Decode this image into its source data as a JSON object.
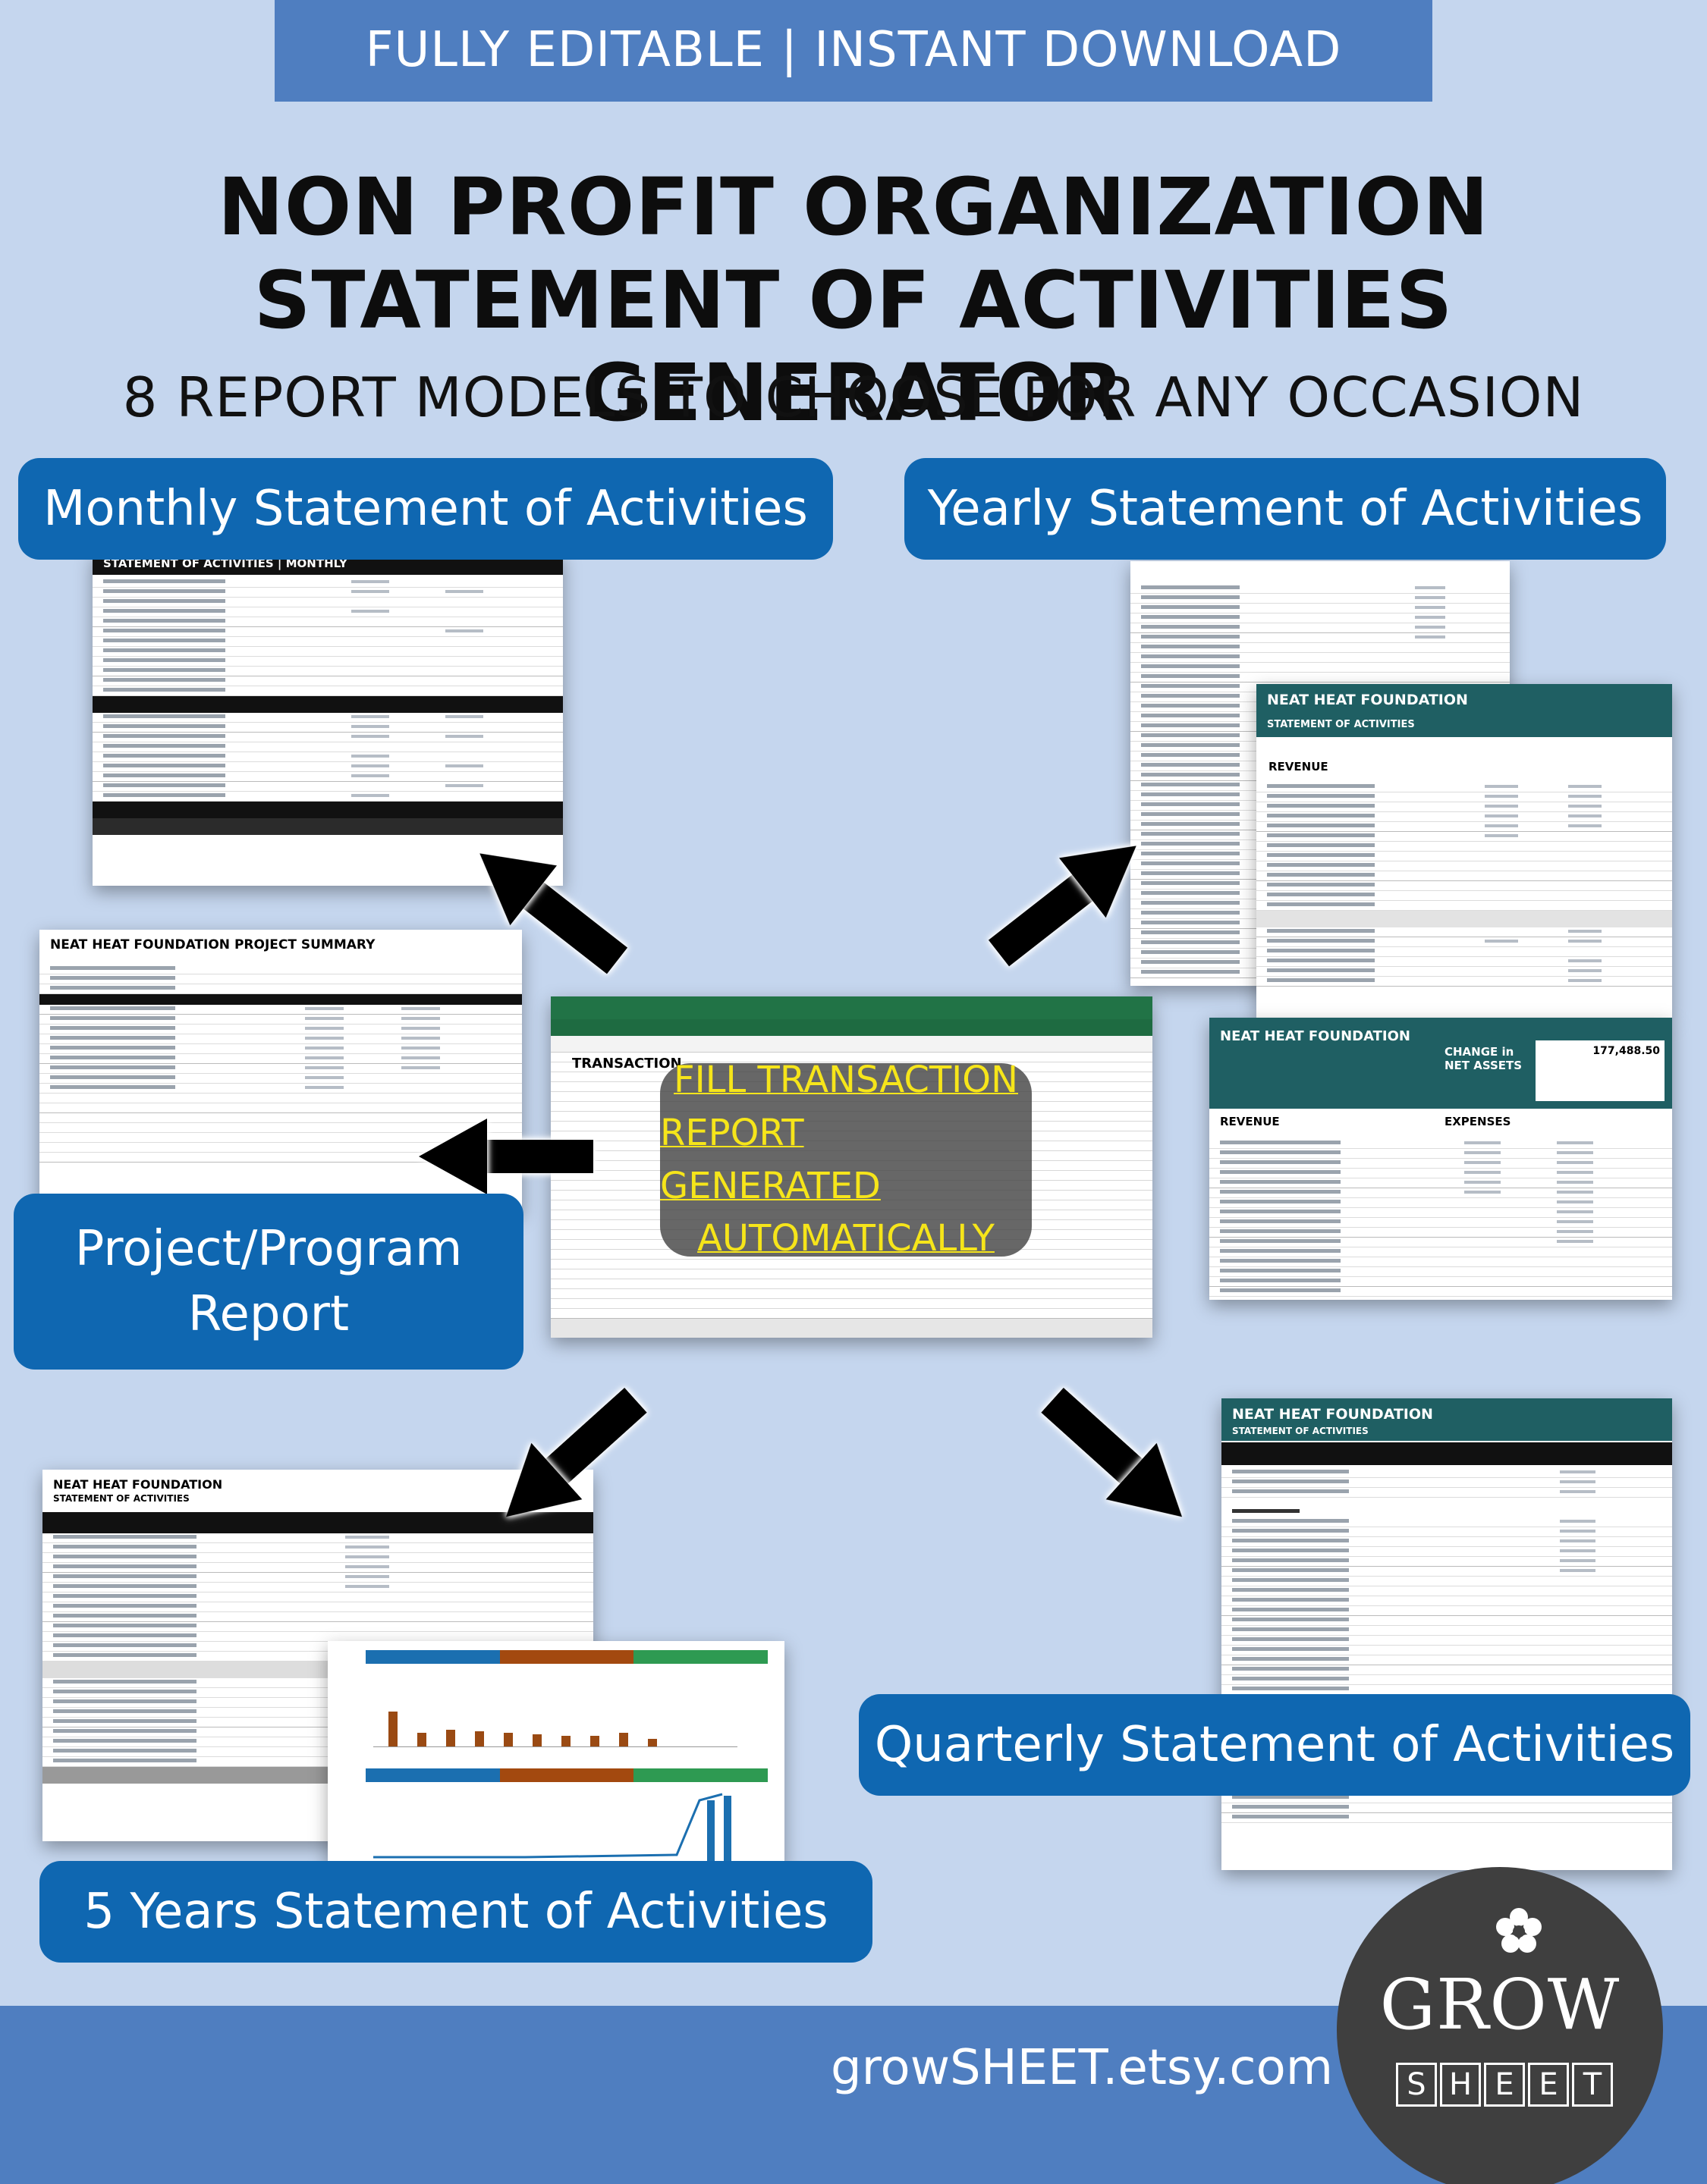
{
  "banner": "FULLY EDITABLE | INSTANT DOWNLOAD",
  "title_line1": "NON PROFIT ORGANIZATION",
  "title_line2": "STATEMENT OF ACTIVITIES GENERATOR",
  "subtitle": "8 REPORT MODELS TO CHOOSE FOR ANY OCCASION",
  "labels": {
    "monthly": "Monthly Statement of Activities",
    "yearly": "Yearly Statement of Activities",
    "project_line1": "Project/Program",
    "project_line2": "Report",
    "quarterly": "Quarterly Statement of Activities",
    "five_years": "5 Years Statement of Activities"
  },
  "center": {
    "sheet_title": "TRANSACTION",
    "overlay_line1": "FILL TRANSACTION",
    "overlay_line2": "REPORT GENERATED",
    "overlay_line3": "AUTOMATICALLY"
  },
  "previews": {
    "monthly_header": "STATEMENT OF ACTIVITIES | MONTHLY",
    "yearly_org": "NEAT HEAT FOUNDATION",
    "yearly_sub": "STATEMENT OF ACTIVITIES",
    "project_title": "NEAT HEAT FOUNDATION PROJECT SUMMARY",
    "change_org": "NEAT HEAT FOUNDATION",
    "change_label": "CHANGE in NET ASSETS",
    "change_value": "177,488.50",
    "quarterly_org": "NEAT HEAT FOUNDATION",
    "quarterly_sub": "STATEMENT OF ACTIVITIES",
    "fiveyr_org": "NEAT HEAT FOUNDATION",
    "fiveyr_sub": "STATEMENT OF ACTIVITIES",
    "revenue_label": "REVENUE",
    "expenses_label": "EXPENSES"
  },
  "website": "growSHEET.etsy.com",
  "logo": {
    "word1": "GROW",
    "letters": [
      "S",
      "H",
      "E",
      "E",
      "T"
    ]
  },
  "colors": {
    "accent_blue": "#0f67b1",
    "band_blue": "#4f7ec0",
    "background": "#c5d6ee",
    "teal": "#1f5f63",
    "overlay_text": "#f6e51a"
  }
}
